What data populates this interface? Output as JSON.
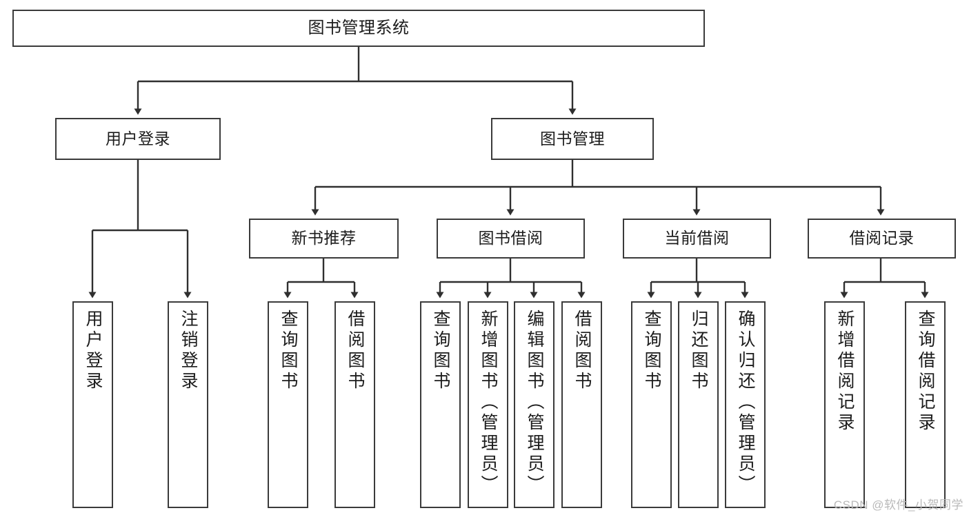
{
  "diagram": {
    "title": "图书管理系统",
    "type": "tree-hierarchy",
    "watermark": "CSDN @软件_小贺同学",
    "colors": {
      "box_border": "#3a3a3a",
      "box_fill": "#ffffff",
      "edge": "#2f2f2f",
      "text": "#1b1b1b",
      "watermark": "#b9b9b9"
    }
  },
  "nodes": {
    "root": {
      "label": "图书管理系统"
    },
    "level2": [
      {
        "id": "user-login",
        "label": "用户登录"
      },
      {
        "id": "book-manage",
        "label": "图书管理"
      }
    ],
    "level3": [
      {
        "id": "new-book-recommend",
        "label": "新书推荐"
      },
      {
        "id": "book-borrow",
        "label": "图书借阅"
      },
      {
        "id": "current-borrow",
        "label": "当前借阅"
      },
      {
        "id": "borrow-record",
        "label": "借阅记录"
      }
    ],
    "leaves": {
      "user_login": [
        {
          "id": "leaf-user-login",
          "label": "用户登录"
        },
        {
          "id": "leaf-logout-login",
          "label": "注销登录"
        }
      ],
      "new_book_recommend": [
        {
          "id": "leaf-query-book-1",
          "label": "查询图书"
        },
        {
          "id": "leaf-borrow-book-1",
          "label": "借阅图书"
        }
      ],
      "book_borrow": [
        {
          "id": "leaf-query-book-2",
          "label": "查询图书"
        },
        {
          "id": "leaf-add-book",
          "label": "新增图书（管理员）"
        },
        {
          "id": "leaf-edit-book",
          "label": "编辑图书（管理员）"
        },
        {
          "id": "leaf-borrow-book-2",
          "label": "借阅图书"
        }
      ],
      "current_borrow": [
        {
          "id": "leaf-query-book-3",
          "label": "查询图书"
        },
        {
          "id": "leaf-return-book",
          "label": "归还图书"
        },
        {
          "id": "leaf-confirm-return",
          "label": "确认归还（管理员）"
        }
      ],
      "borrow_record": [
        {
          "id": "leaf-add-borrow-record",
          "label": "新增借阅记录"
        },
        {
          "id": "leaf-query-borrow-record",
          "label": "查询借阅记录"
        }
      ]
    }
  }
}
